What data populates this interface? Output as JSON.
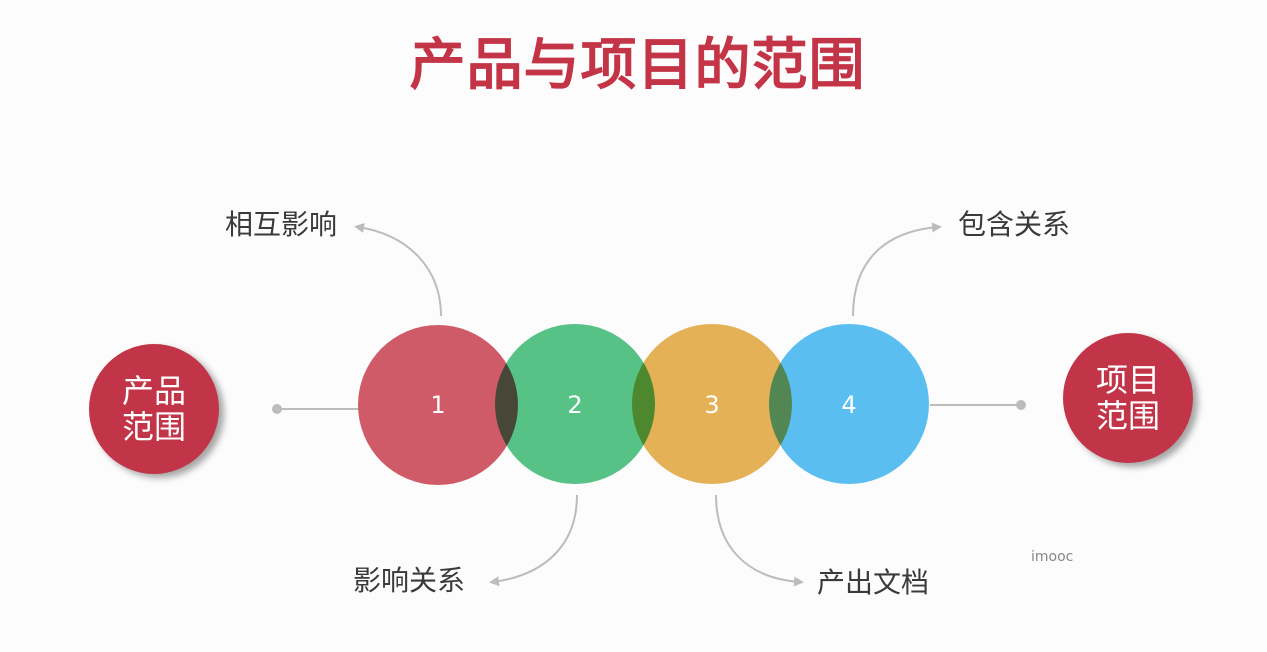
{
  "title": "产品与项目的范围",
  "colors": {
    "title": "#c33447",
    "side_circle": "#c23548",
    "circle_1": "#cf5b68",
    "circle_2": "#32b86b",
    "circle_3": "#e1a233",
    "circle_4": "#36b5ef",
    "connector": "#bcbcbc",
    "label_text": "#3a3a3a"
  },
  "left_node": {
    "line1": "产品",
    "line2": "范围"
  },
  "right_node": {
    "line1": "项目",
    "line2": "范围"
  },
  "circles": [
    {
      "number": "1"
    },
    {
      "number": "2"
    },
    {
      "number": "3"
    },
    {
      "number": "4"
    }
  ],
  "annotations": [
    {
      "text": "相互影响",
      "from_circle": "1",
      "direction": "up-left"
    },
    {
      "text": "影响关系",
      "from_circle": "2",
      "direction": "down-left"
    },
    {
      "text": "产出文档",
      "from_circle": "3",
      "direction": "down-right"
    },
    {
      "text": "包含关系",
      "from_circle": "4",
      "direction": "up-right"
    }
  ],
  "watermark": "imooc"
}
